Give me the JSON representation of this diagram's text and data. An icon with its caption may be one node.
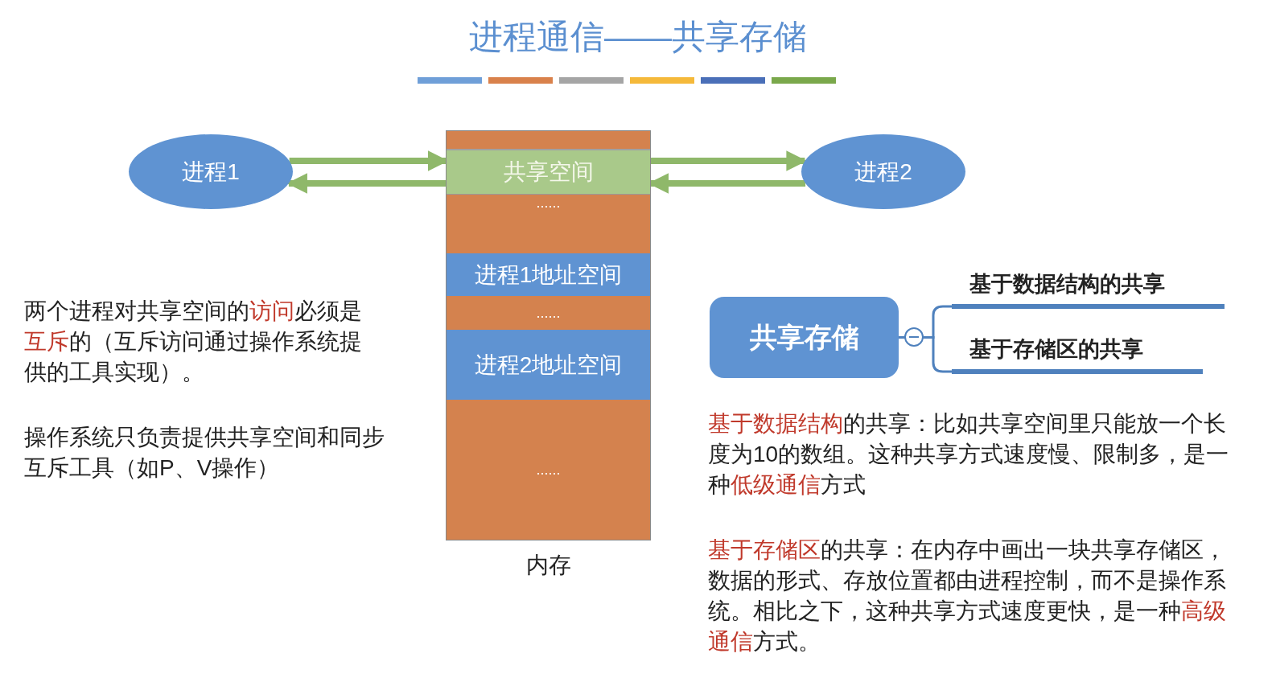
{
  "diagram": {
    "title": "进程通信——共享存储",
    "nodes": [
      {
        "text": [
          "进程1"
        ]
      },
      {
        "text": [],
        "shape": "bar",
        "beside": [
          "内存"
        ]
      },
      {
        "text": [],
        "shape": "bar",
        "in": 1
      },
      {
        "text": [
          "共享空间"
        ],
        "in": 1
      },
      {
        "text": [
          "......"
        ],
        "in": 1
      },
      {
        "text": [
          "进程1地址空间"
        ],
        "in": 1
      },
      {
        "text": [
          "......"
        ],
        "in": 1
      },
      {
        "text": [
          "进程2地址空间"
        ],
        "in": 1
      },
      {
        "text": [
          "......"
        ],
        "in": 1
      },
      {
        "text": [
          "进程2"
        ]
      },
      {
        "text": [
          "共享存储"
        ]
      },
      {
        "text": [
          "基于数据结构的共享"
        ]
      },
      {
        "text": [
          "基于存储区的共享"
        ]
      }
    ],
    "edges": [
      {
        "from": 0,
        "to": 3,
        "arrow": "to"
      },
      {
        "from": 3,
        "to": 0,
        "arrow": "to"
      },
      {
        "from": 3,
        "to": 9,
        "arrow": "to"
      },
      {
        "from": 9,
        "to": 3,
        "arrow": "to"
      },
      {
        "from": 10,
        "to": 11,
        "arrow": "none",
        "color": "#4f81bd"
      },
      {
        "from": 10,
        "to": 12,
        "arrow": "none",
        "color": "#4f81bd"
      }
    ],
    "labels": [
      "两个进程对共享空间的**访问**必须是**互斥**的（互斥访问通过操作系统提供的工具实现）。",
      "操作系统只负责提供共享空间和同步互斥工具（如P、V操作）",
      "**基于数据结构**的共享：比如共享空间里只能放一个长度为10的数组。这种共享方式速度慢、限制多，是一种**低级通信**方式",
      "**基于存储区**的共享：在内存中画出一块共享存储区，数据的形式、存放位置都由进程控制，而不是操作系统。相比之下，这种共享方式速度更快，是一种**高级通信**方式。"
    ]
  }
}
